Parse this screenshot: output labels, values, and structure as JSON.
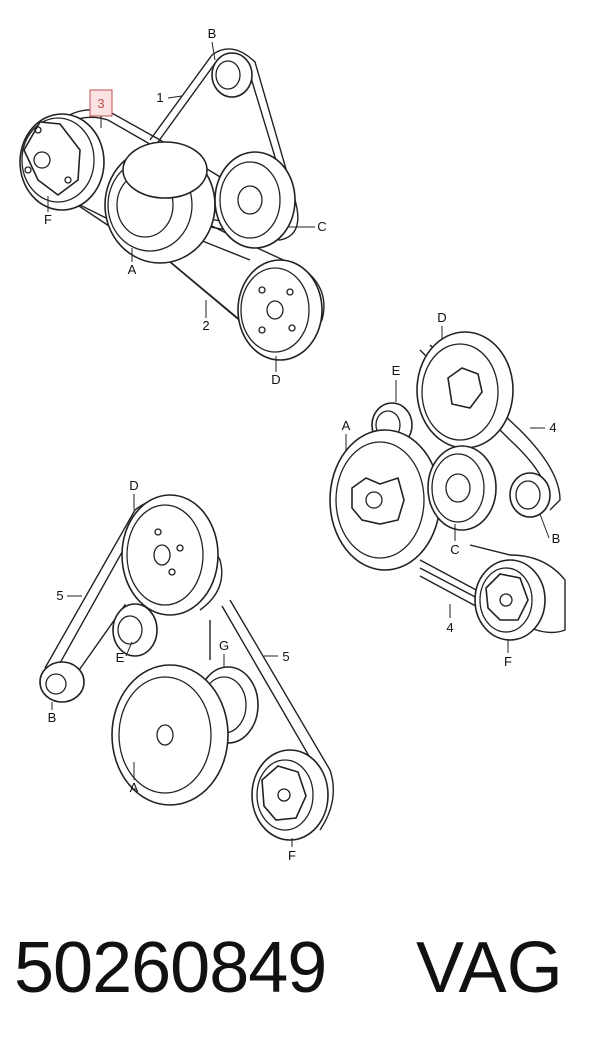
{
  "callout": {
    "highlighted_part": "3"
  },
  "diagram1": {
    "labels": {
      "a": "A",
      "b": "B",
      "c": "C",
      "d": "D",
      "f": "F",
      "belt1": "1",
      "belt2": "2"
    }
  },
  "diagram2": {
    "labels": {
      "a": "A",
      "b": "B",
      "c": "C",
      "d": "D",
      "e": "E",
      "f": "F",
      "belt4a": "4",
      "belt4b": "4"
    }
  },
  "diagram3": {
    "labels": {
      "a": "A",
      "b": "B",
      "d": "D",
      "e": "E",
      "f": "F",
      "g": "G",
      "belt5a": "5",
      "belt5b": "5"
    }
  },
  "caption": {
    "part_number": "50260849",
    "brand": "VAG"
  },
  "colors": {
    "line": "#222222",
    "callout": "#c0504d",
    "callout_fill": "#fbe3e3"
  }
}
